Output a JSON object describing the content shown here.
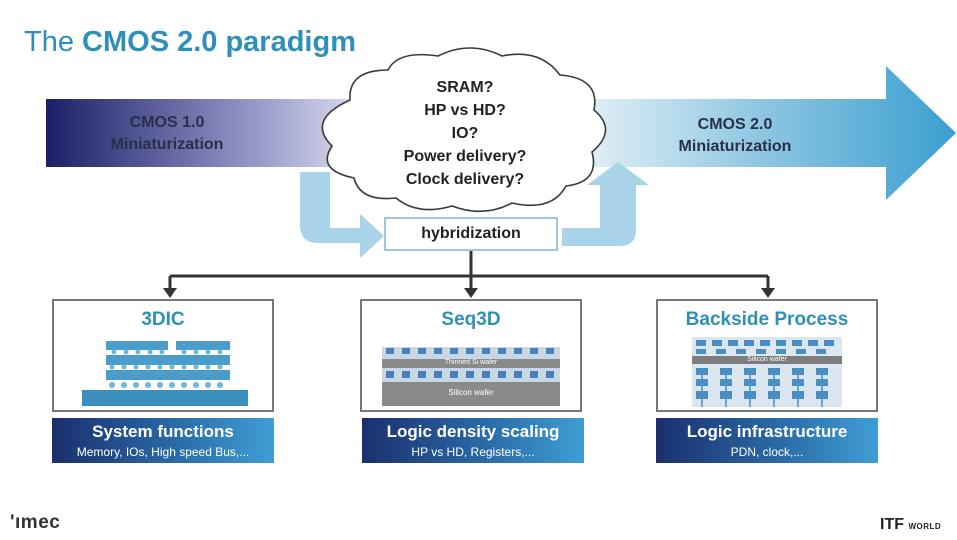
{
  "title": {
    "prefix": "The ",
    "bold": "CMOS 2.0 paradigm"
  },
  "left_arrow": {
    "line1": "CMOS 1.0",
    "line2": "Miniaturization"
  },
  "right_arrow": {
    "line1": "CMOS 2.0",
    "line2": "Miniaturization"
  },
  "cloud": {
    "items": [
      "SRAM?",
      "HP vs HD?",
      "IO?",
      "Power delivery?",
      "Clock delivery?"
    ]
  },
  "hybrid_label": "hybridization",
  "panels": [
    {
      "title": "3DIC",
      "main": "System functions",
      "sub": "Memory, IOs, High speed Bus,..."
    },
    {
      "title": "Seq3D",
      "main": "Logic density scaling",
      "sub": "HP vs HD, Registers,...",
      "labels": {
        "thinned": "Thinned Si wafer",
        "silicon": "Silicon wafer"
      }
    },
    {
      "title": "Backside Process",
      "main": "Logic infrastructure",
      "sub": "PDN, clock,...",
      "labels": {
        "silicon": "Silicon wafer"
      }
    }
  ],
  "logos": {
    "left": "'ımec",
    "right_main": "ITF",
    "right_sub": "WORLD"
  },
  "colors": {
    "accent": "#2e8fb8",
    "dark_blue": "#1a2f6d",
    "light_blue": "#a9d3e8"
  }
}
